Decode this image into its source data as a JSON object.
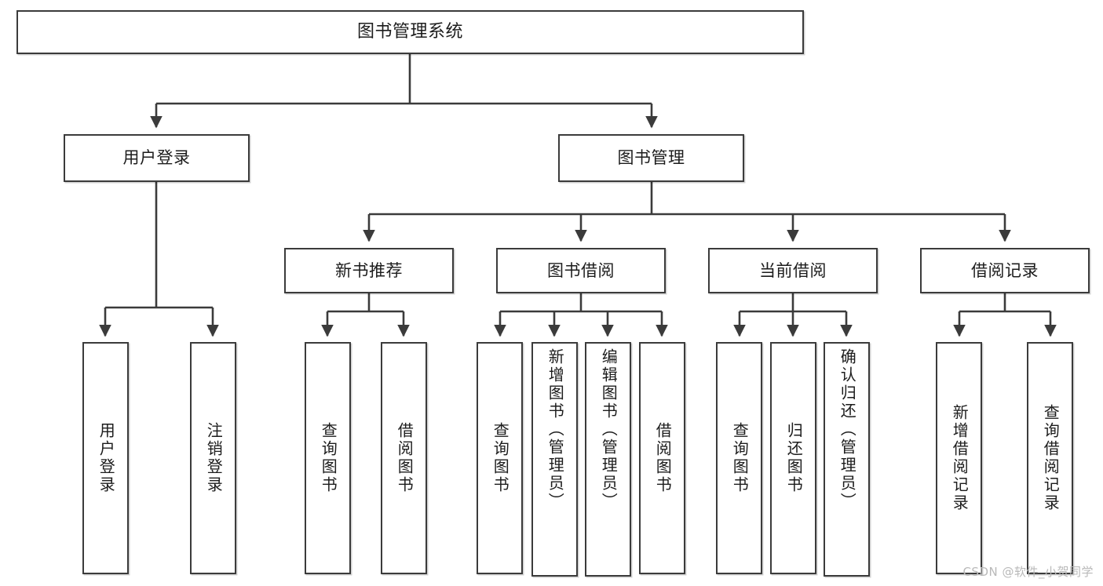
{
  "diagram": {
    "type": "tree-hierarchy-flowchart",
    "title": "图书管理系统",
    "watermark": "CSDN @软件_小贺同学",
    "colors": {
      "box_border": "#3b3b3b",
      "box_fill": "#ffffff",
      "connector": "#3b3b3b",
      "text": "#1c1c1c",
      "watermark": "#b9b9b9",
      "background": "#ffffff"
    },
    "levels": {
      "root": "图书管理系统",
      "level2": [
        "用户登录",
        "图书管理"
      ],
      "level3": [
        "新书推荐",
        "图书借阅",
        "当前借阅",
        "借阅记录"
      ]
    },
    "nodes": {
      "root": {
        "label": "图书管理系统"
      },
      "user_login": {
        "label": "用户登录"
      },
      "book_manage": {
        "label": "图书管理"
      },
      "new_book_rec": {
        "label": "新书推荐"
      },
      "book_borrow": {
        "label": "图书借阅"
      },
      "current_borrow": {
        "label": "当前借阅"
      },
      "borrow_record": {
        "label": "借阅记录"
      },
      "leaf_user_login": {
        "label": "用户登录"
      },
      "leaf_logout": {
        "label": "注销登录"
      },
      "leaf_query_book_1": {
        "label": "查询图书"
      },
      "leaf_borrow_book_1": {
        "label": "借阅图书"
      },
      "leaf_query_book_2": {
        "label": "查询图书"
      },
      "leaf_add_book": {
        "label": "新增图书（管理员）"
      },
      "leaf_edit_book": {
        "label": "编辑图书（管理员）"
      },
      "leaf_borrow_book_2": {
        "label": "借阅图书"
      },
      "leaf_query_book_3": {
        "label": "查询图书"
      },
      "leaf_return_book": {
        "label": "归还图书"
      },
      "leaf_confirm_return": {
        "label": "确认归还（管理员）"
      },
      "leaf_add_record": {
        "label": "新增借阅记录"
      },
      "leaf_query_record": {
        "label": "查询借阅记录"
      }
    },
    "edges": [
      {
        "from": "图书管理系统",
        "to": "用户登录"
      },
      {
        "from": "图书管理系统",
        "to": "图书管理"
      },
      {
        "from": "图书管理",
        "to": "新书推荐"
      },
      {
        "from": "图书管理",
        "to": "图书借阅"
      },
      {
        "from": "图书管理",
        "to": "当前借阅"
      },
      {
        "from": "图书管理",
        "to": "借阅记录"
      },
      {
        "from": "用户登录",
        "to": "用户登录"
      },
      {
        "from": "用户登录",
        "to": "注销登录"
      },
      {
        "from": "新书推荐",
        "to": "查询图书"
      },
      {
        "from": "新书推荐",
        "to": "借阅图书"
      },
      {
        "from": "图书借阅",
        "to": "查询图书"
      },
      {
        "from": "图书借阅",
        "to": "新增图书（管理员）"
      },
      {
        "from": "图书借阅",
        "to": "编辑图书（管理员）"
      },
      {
        "from": "图书借阅",
        "to": "借阅图书"
      },
      {
        "from": "当前借阅",
        "to": "查询图书"
      },
      {
        "from": "当前借阅",
        "to": "归还图书"
      },
      {
        "from": "当前借阅",
        "to": "确认归还（管理员）"
      },
      {
        "from": "借阅记录",
        "to": "新增借阅记录"
      },
      {
        "from": "借阅记录",
        "to": "查询借阅记录"
      }
    ]
  }
}
